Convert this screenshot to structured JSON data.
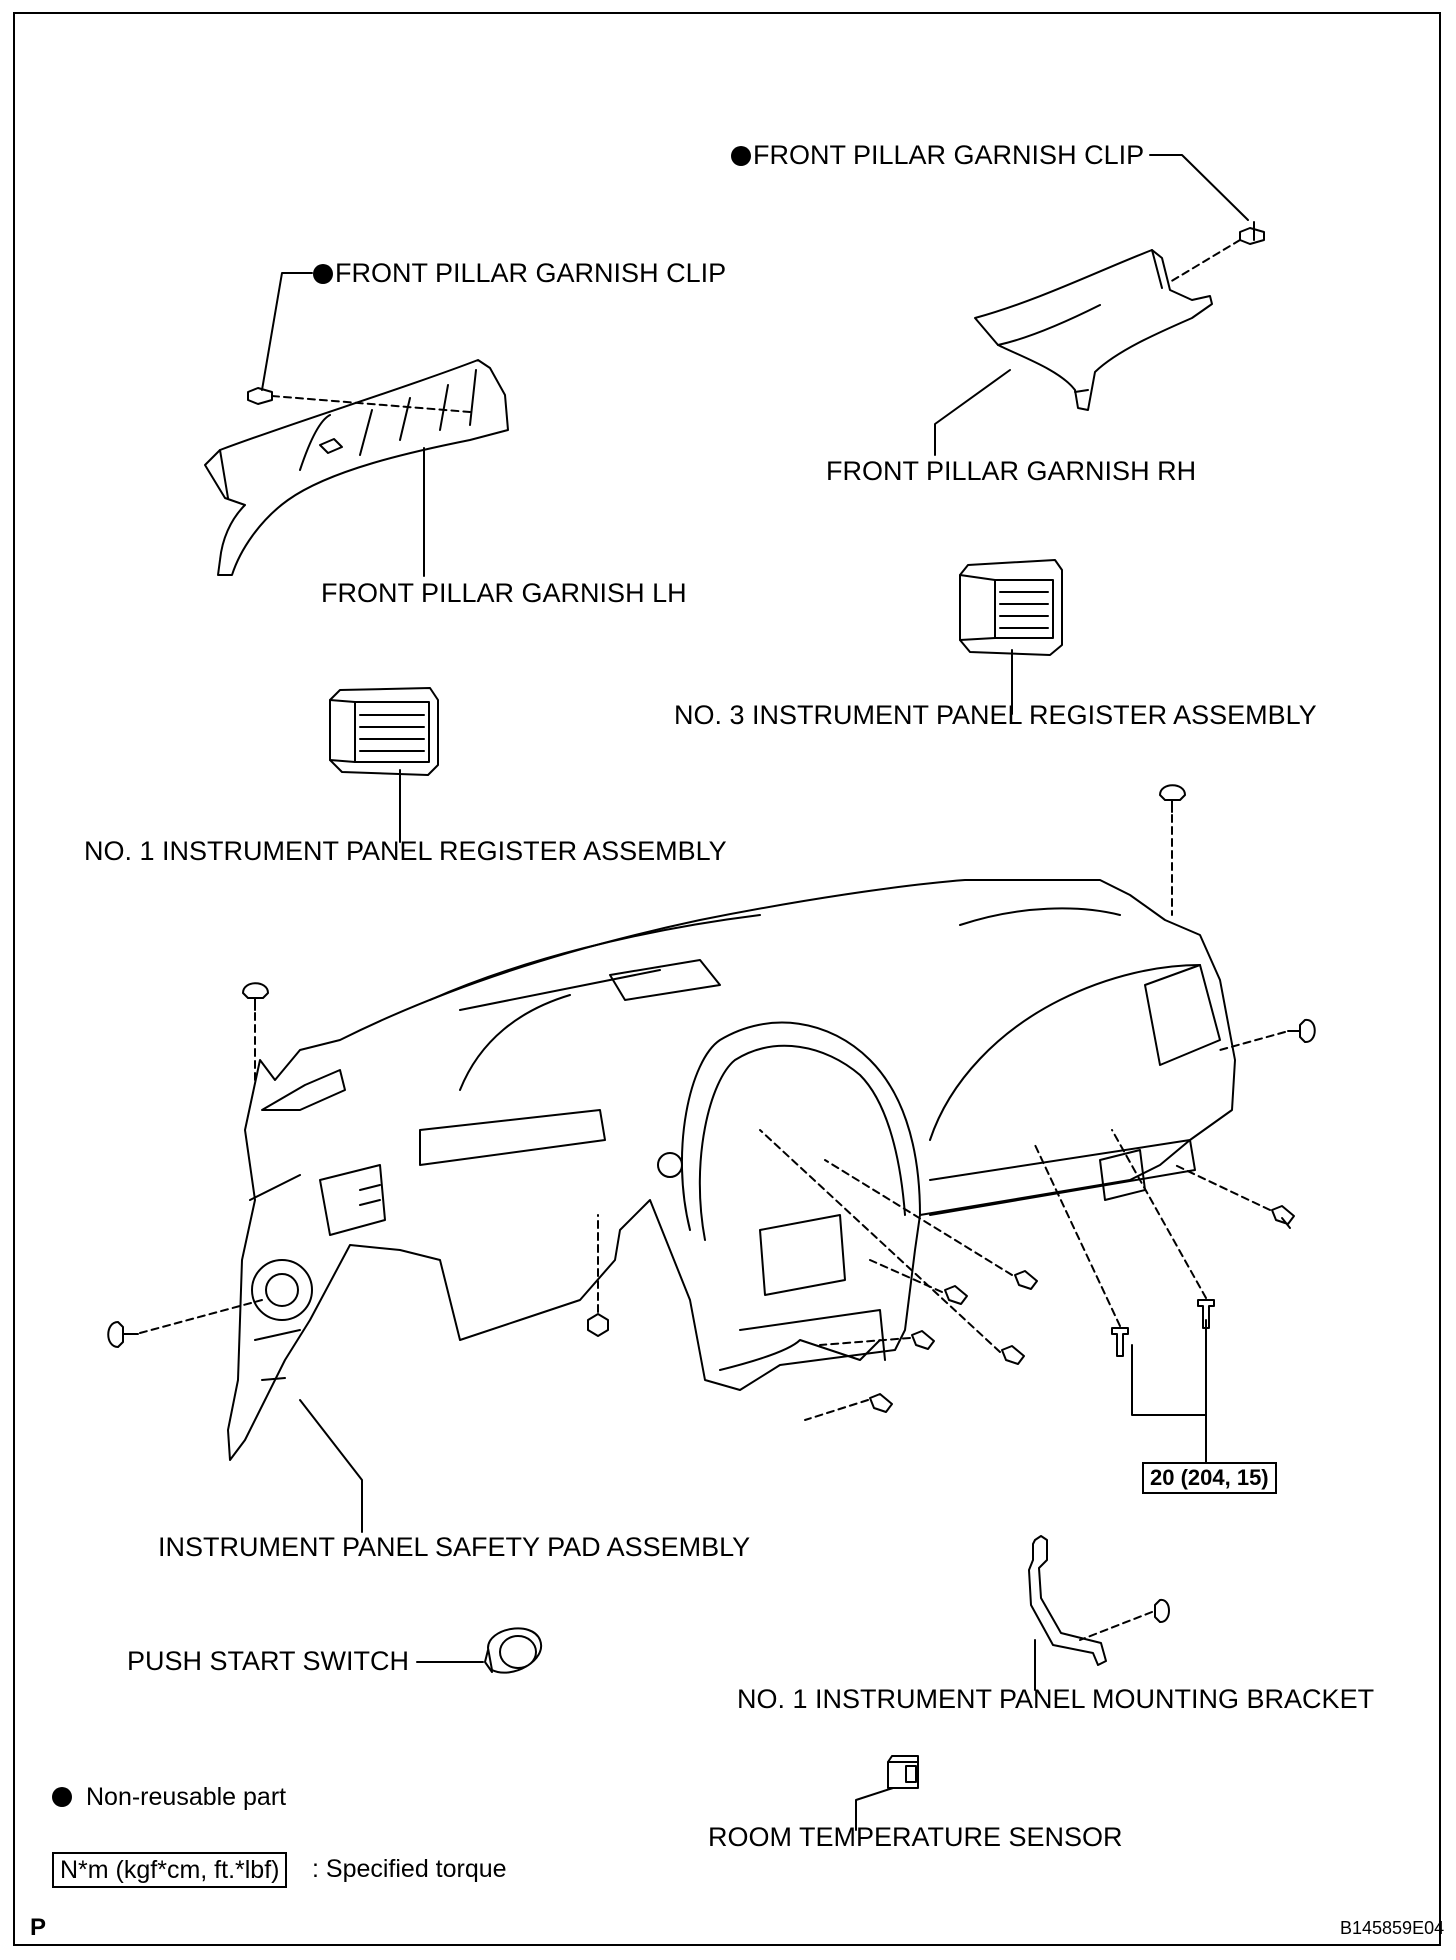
{
  "labels": {
    "clip_rh": "FRONT PILLAR GARNISH CLIP",
    "clip_lh": "FRONT PILLAR GARNISH CLIP",
    "garnish_rh": "FRONT PILLAR GARNISH RH",
    "garnish_lh": "FRONT PILLAR GARNISH LH",
    "register_3": "NO. 3 INSTRUMENT PANEL REGISTER ASSEMBLY",
    "register_1": "NO. 1 INSTRUMENT PANEL REGISTER ASSEMBLY",
    "safety_pad": "INSTRUMENT PANEL SAFETY PAD ASSEMBLY",
    "push_start": "PUSH START SWITCH",
    "mounting_bracket": "NO. 1 INSTRUMENT PANEL MOUNTING BRACKET",
    "room_temp": "ROOM TEMPERATURE SENSOR"
  },
  "torque": "20 (204, 15)",
  "legend": {
    "non_reusable": "Non-reusable part",
    "torque_unit": "N*m (kgf*cm, ft.*lbf)",
    "torque_desc": ": Specified torque"
  },
  "corner_letter": "P",
  "figure_id": "B145859E04"
}
